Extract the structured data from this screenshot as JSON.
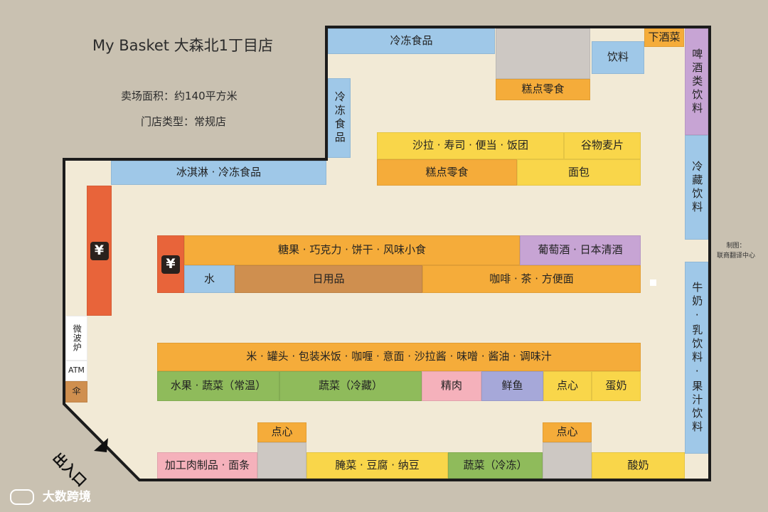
{
  "header": {
    "title": "My Basket 大森北1丁目店",
    "area": "卖场面积：约140平方米",
    "type": "门店类型：常规店"
  },
  "entrance": {
    "label": "出入口",
    "icon": "entrance-arrow-icon"
  },
  "credit": {
    "line1": "制图：",
    "line2": "联商翻译中心"
  },
  "watermark": {
    "text": "大数跨境",
    "icon": "logo-icon"
  },
  "yen_glyph": "¥",
  "colors": {
    "background": "#c9c1b1",
    "floor": "#f2ead6",
    "wall": "#1c1c1c",
    "frozen_blue": "#9fc8e8",
    "orange": "#f5ac3a",
    "yellow": "#f9d64a",
    "purple": "#c7a4d4",
    "green": "#8fbb5b",
    "pink": "#f5b1bb",
    "lavender": "#a6a8d9",
    "brown": "#cf8f4f",
    "register": "#e8643a",
    "gray": "#cdc8c3"
  },
  "sections": {
    "frozen_top": "冷冻食品",
    "frozen_left_vertical": "冷冻食品",
    "ice_cream": "冰淇淋 · 冷冻食品",
    "drinks_top": "饮料",
    "snacks_top": "糕点零食",
    "liquor_small": "下酒菜",
    "beer": "啤酒类饮料",
    "chilled_drinks": "冷藏饮料",
    "milk_juice": "牛奶·乳饮料·果汁饮料",
    "salad_sushi": "沙拉 · 寿司 · 便当 · 饭团",
    "cereal": "谷物麦片",
    "snacks_mid": "糕点零食",
    "bread": "面包",
    "candy": "糖果 · 巧克力 · 饼干 · 风味小食",
    "wine_sake": "葡萄酒 · 日本清酒",
    "water": "水",
    "daily_goods": "日用品",
    "coffee_tea": "咖啡 · 茶 · 方便面",
    "rice_etc": "米 · 罐头 · 包装米饭 · 咖喱 · 意面 · 沙拉酱 · 味噌 · 酱油 · 调味汁",
    "fruit_veg": "水果 · 蔬菜（常温）",
    "veg_chilled": "蔬菜（冷藏）",
    "meat": "精肉",
    "fish": "鲜鱼",
    "dessert_row": "点心",
    "eggs_dairy": "蛋奶",
    "microwave": "微波炉",
    "atm": "ATM",
    "umbrella": "伞",
    "dessert_bottom_left": "点心",
    "dessert_bottom_right": "点心",
    "processed_meat": "加工肉制品 · 面条",
    "pickles_tofu": "腌菜 · 豆腐 · 纳豆",
    "veg_frozen": "蔬菜（冷冻）",
    "yogurt": "酸奶"
  }
}
